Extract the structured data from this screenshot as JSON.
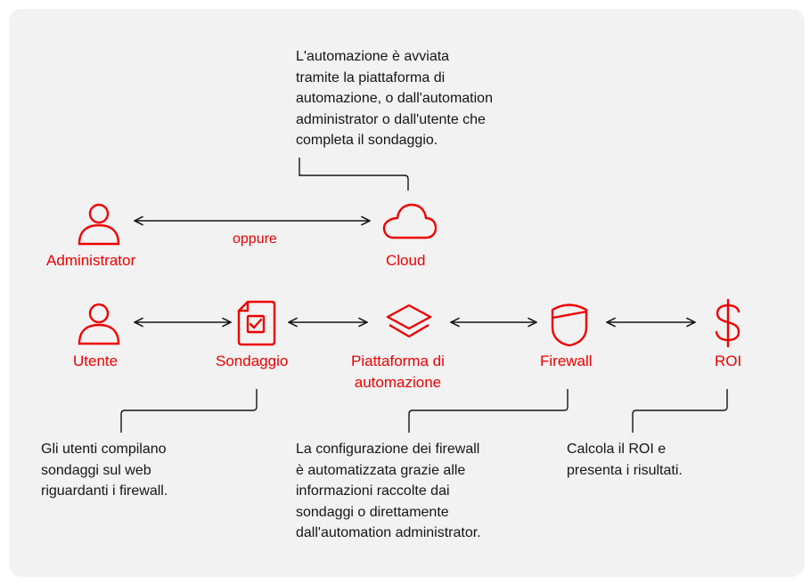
{
  "colors": {
    "accent": "#ee0000",
    "text": "#151515",
    "panel": "#f2f2f2",
    "line": "#151515"
  },
  "top_note": {
    "lines": [
      "L'automazione è avviata",
      "tramite la piattaforma di",
      "automazione, o dall'automation",
      "administrator o dall'utente che",
      "completa il sondaggio."
    ]
  },
  "nodes": {
    "administrator": {
      "label": "Administrator",
      "icon": "user-icon"
    },
    "cloud": {
      "label": "Cloud",
      "icon": "cloud-icon"
    },
    "utente": {
      "label": "Utente",
      "icon": "user-icon"
    },
    "sondaggio": {
      "label": "Sondaggio",
      "icon": "survey-document-icon"
    },
    "piattaforma": {
      "label_lines": [
        "Piattaforma di",
        "automazione"
      ],
      "icon": "layers-icon"
    },
    "firewall": {
      "label": "Firewall",
      "icon": "shield-icon"
    },
    "roi": {
      "label": "ROI",
      "icon": "dollar-icon"
    }
  },
  "oppure": "oppure",
  "notes": {
    "utenti": [
      "Gli utenti compilano",
      "sondaggi sul web",
      "riguardanti i firewall."
    ],
    "firewall": [
      "La configurazione dei firewall",
      "è automatizzata grazie alle",
      "informazioni raccolte dai",
      "sondaggi o direttamente",
      "dall'automation administrator."
    ],
    "roi": [
      "Calcola il ROI e",
      "presenta i risultati."
    ]
  }
}
